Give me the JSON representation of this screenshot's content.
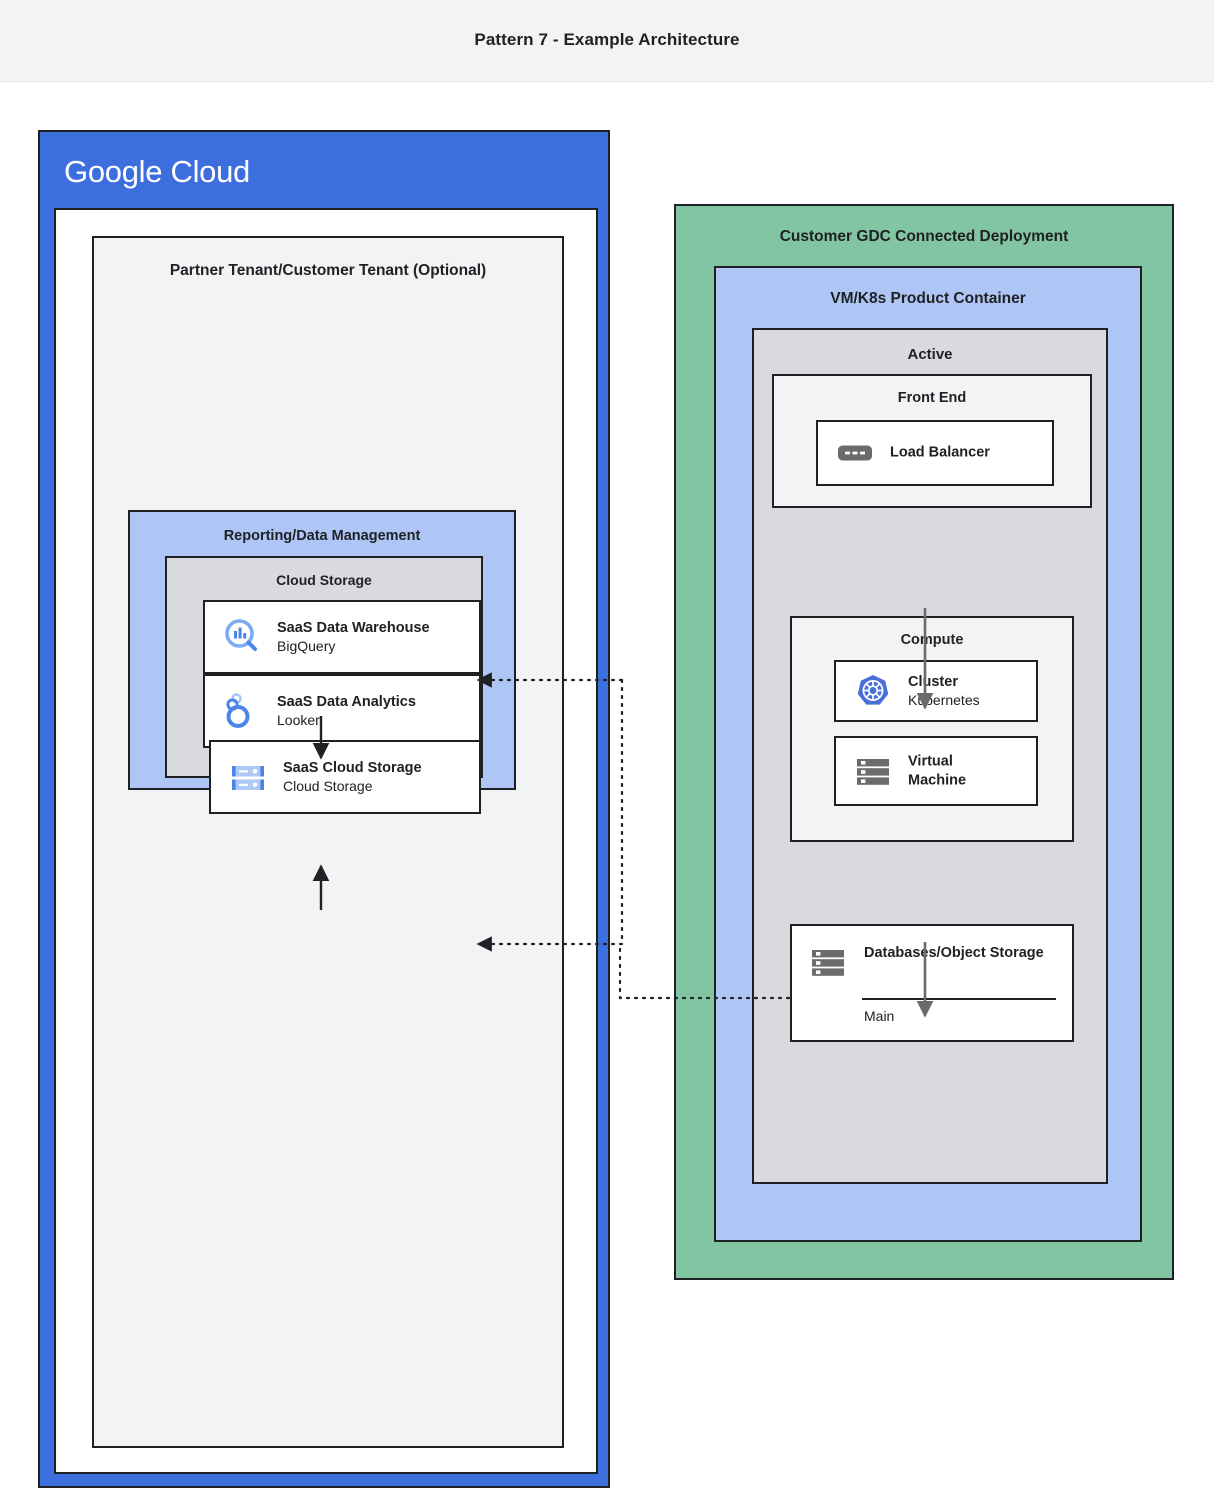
{
  "page": {
    "title": "Pattern 7 - Example Architecture"
  },
  "colors": {
    "google_blue": "#3c6fdd",
    "panel_blue": "#aec6f6",
    "panel_green": "#81c5a3",
    "panel_gray": "#d9dadd",
    "panel_light": "#f1f3f4",
    "outline": "#1f2023",
    "arrow_black": "#202124",
    "arrow_gray": "#6b6b6b"
  },
  "google_cloud": {
    "logo_bold": "Google",
    "logo_thin": "Cloud",
    "tenant": {
      "title": "Partner Tenant/Customer Tenant (Optional)",
      "reporting": {
        "title": "Reporting/Data Management",
        "cloud_storage_group": {
          "title": "Cloud Storage",
          "items": [
            {
              "icon": "bigquery-icon",
              "title": "SaaS Data Warehouse",
              "subtitle": "BigQuery"
            },
            {
              "icon": "looker-icon",
              "title": "SaaS Data Analytics",
              "subtitle": "Looker"
            },
            {
              "icon": "cloud-storage-icon",
              "title": "SaaS Cloud Storage",
              "subtitle": "Cloud Storage"
            }
          ]
        }
      }
    }
  },
  "gdc": {
    "title": "Customer GDC Connected Deployment",
    "product_container": {
      "title": "VM/K8s Product Container",
      "active": {
        "title": "Active",
        "front_end": {
          "title": "Front End",
          "items": [
            {
              "icon": "load-balancer-icon",
              "title": "Load Balancer"
            }
          ]
        },
        "compute": {
          "title": "Compute",
          "items": [
            {
              "icon": "kubernetes-icon",
              "title": "Cluster",
              "subtitle": "Kubernetes"
            },
            {
              "icon": "virtual-machine-icon",
              "title": "Virtual",
              "subtitle": "Machine"
            }
          ]
        },
        "database": {
          "icon": "database-icon",
          "title": "Databases/Object Storage",
          "footer": "Main"
        }
      }
    }
  }
}
